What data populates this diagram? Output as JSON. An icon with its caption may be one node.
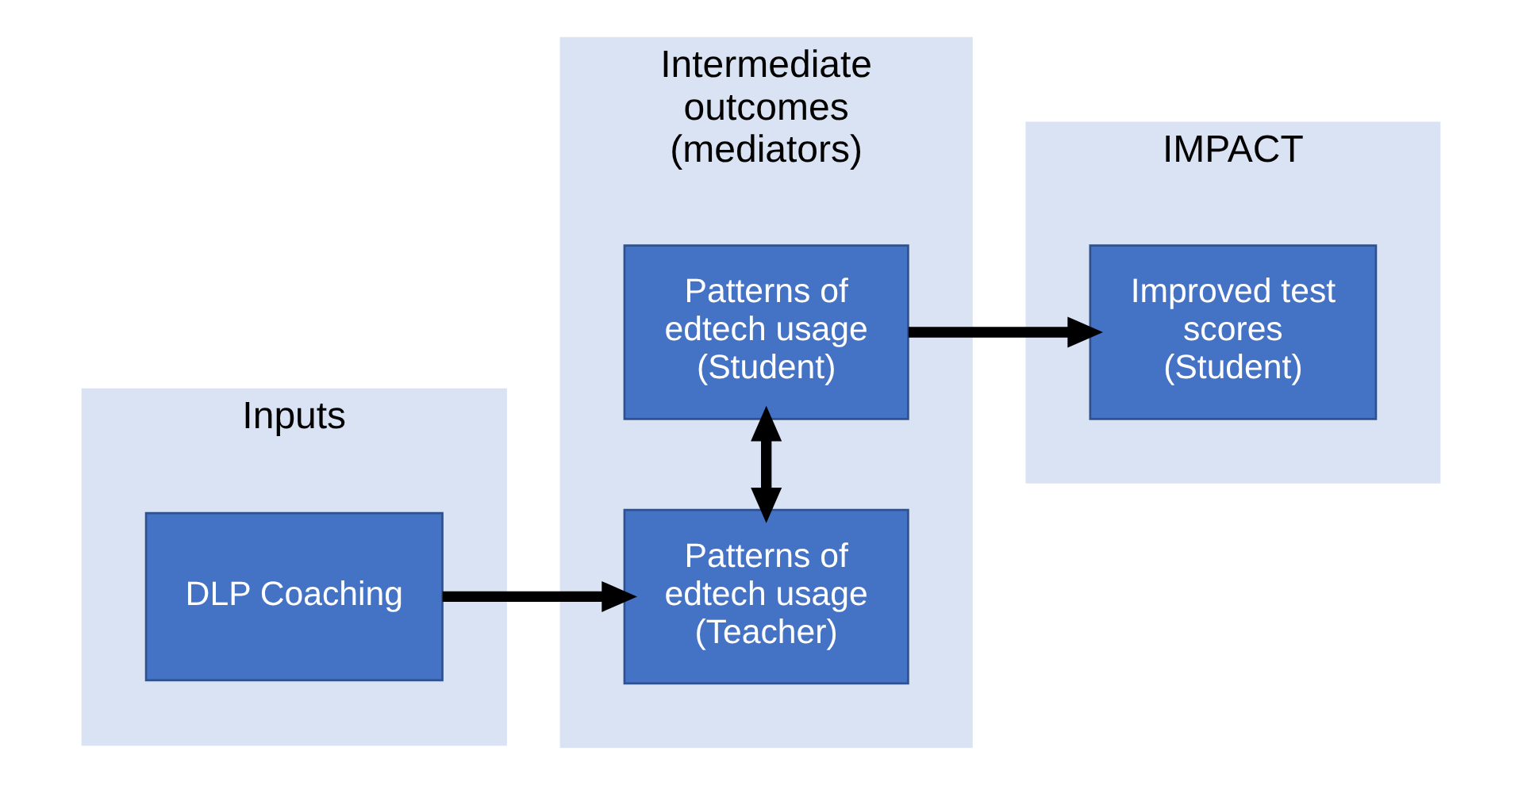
{
  "diagram": {
    "nodes": [
      {
        "text": [
          "Inputs"
        ]
      },
      {
        "text": [
          "DLP Coaching"
        ],
        "in": 0
      },
      {
        "text": [
          "Intermediate outcomes (mediators)"
        ]
      },
      {
        "text": [
          "Patterns of edtech usage (Teacher)"
        ],
        "in": 2
      },
      {
        "text": [
          "Patterns of edtech usage (Student)"
        ],
        "in": 2
      },
      {
        "text": [
          "IMPACT"
        ]
      },
      {
        "text": [
          "Improved test scores (Student)"
        ],
        "in": 5
      }
    ],
    "edges": [
      {
        "from": 1,
        "to": 3,
        "arrow": "to"
      },
      {
        "from": 3,
        "to": 4,
        "arrow": "both"
      },
      {
        "from": 4,
        "to": 6,
        "arrow": "to"
      }
    ]
  }
}
